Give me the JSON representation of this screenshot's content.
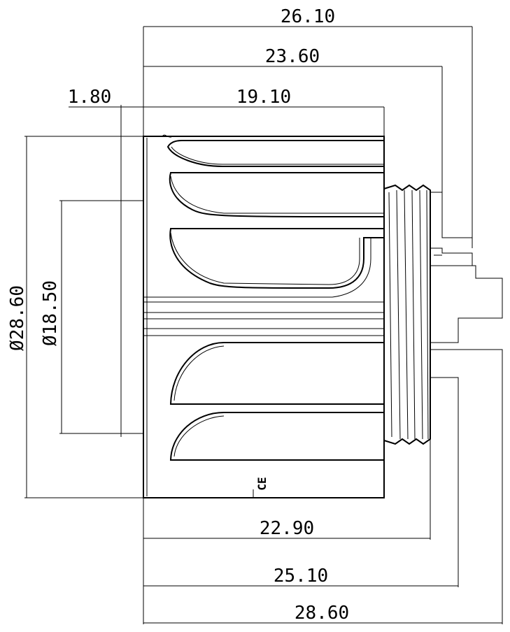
{
  "dimensions": {
    "d_26_10": "26.10",
    "d_23_60": "23.60",
    "d_1_80": "1.80",
    "d_19_10": "19.10",
    "d_dia_28_60": "Ø28.60",
    "d_dia_18_50": "Ø18.50",
    "d_22_90": "22.90",
    "d_25_10": "25.10",
    "d_28_60": "28.60"
  },
  "marking_text": "CE",
  "colors": {
    "line": "#000000",
    "background": "#ffffff"
  }
}
